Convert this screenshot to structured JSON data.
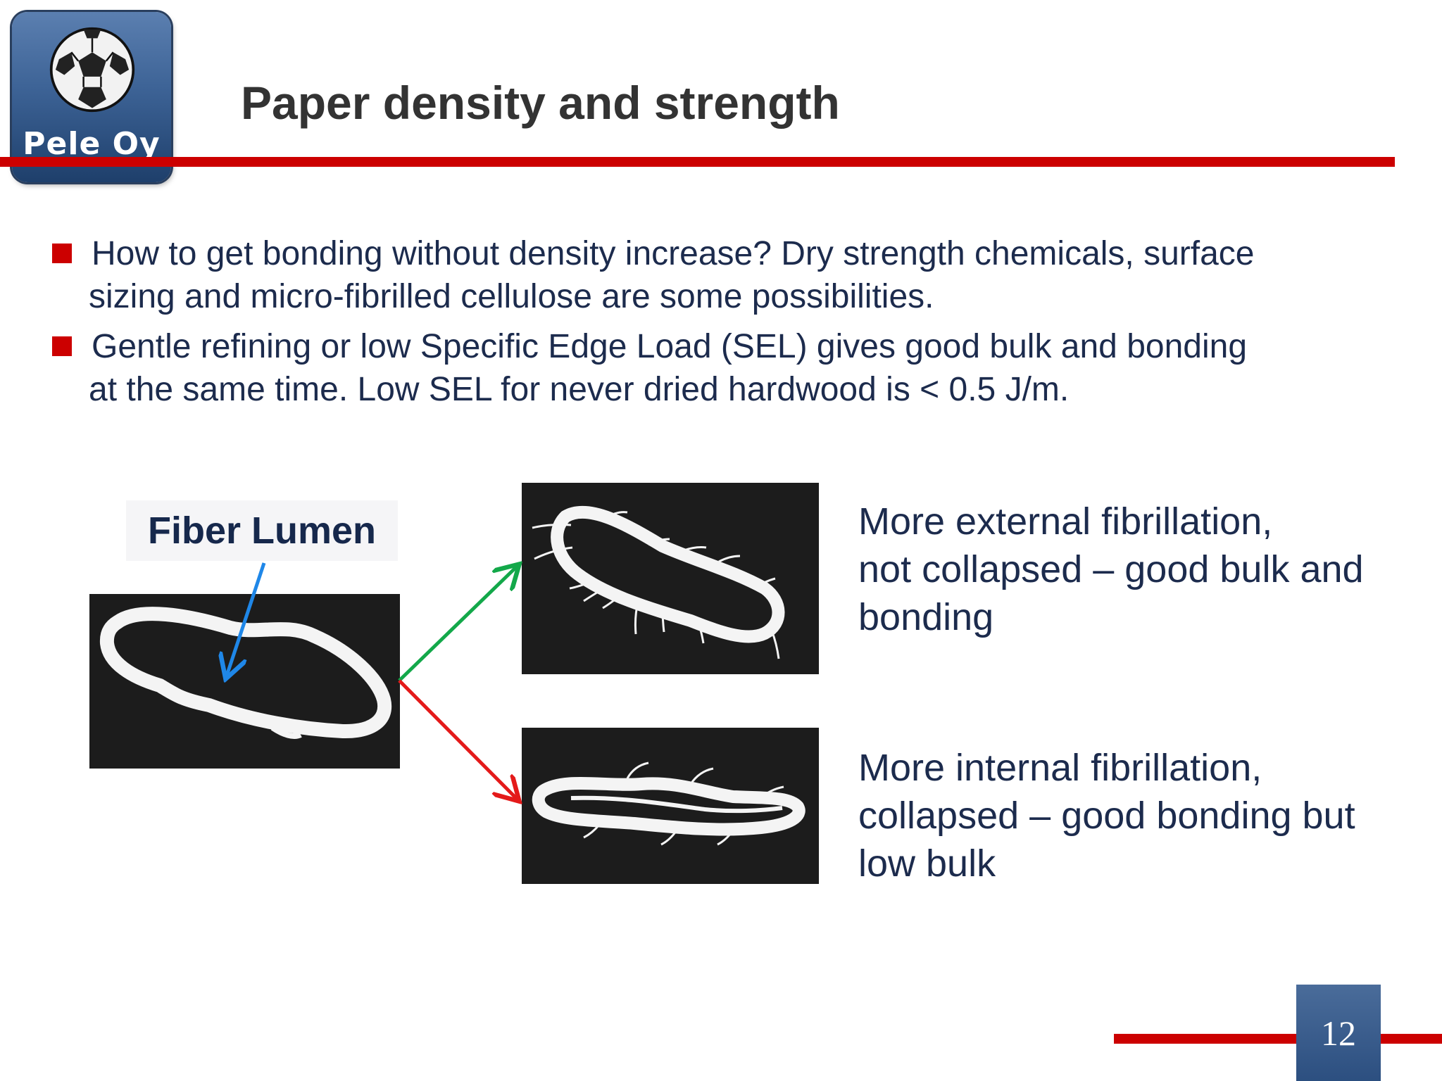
{
  "logo": {
    "text": "Pele Oy",
    "icon": "soccer-ball-icon"
  },
  "title": "Paper density and strength",
  "bullets": [
    {
      "lines": [
        " How to get bonding without density increase?  Dry strength chemicals, surface",
        "sizing and micro-fibrilled cellulose are some possibilities."
      ]
    },
    {
      "lines": [
        " Gentle refining or low Specific Edge Load (SEL) gives good bulk and bonding",
        "at the same time. Low SEL for never dried hardwood is < 0.5 J/m."
      ]
    }
  ],
  "figure": {
    "label": "Fiber Lumen",
    "external_caption": [
      "More external fibrillation,",
      "not collapsed – good bulk and",
      "bonding"
    ],
    "internal_caption": [
      "More internal fibrillation,",
      "collapsed – good bonding but",
      "low bulk"
    ]
  },
  "colors": {
    "accent_red": "#cc0000",
    "arrow_blue": "#1f87e8",
    "arrow_green": "#13a84a",
    "arrow_red": "#e41a1a",
    "text_navy": "#1c2b4d"
  },
  "page_number": "12"
}
